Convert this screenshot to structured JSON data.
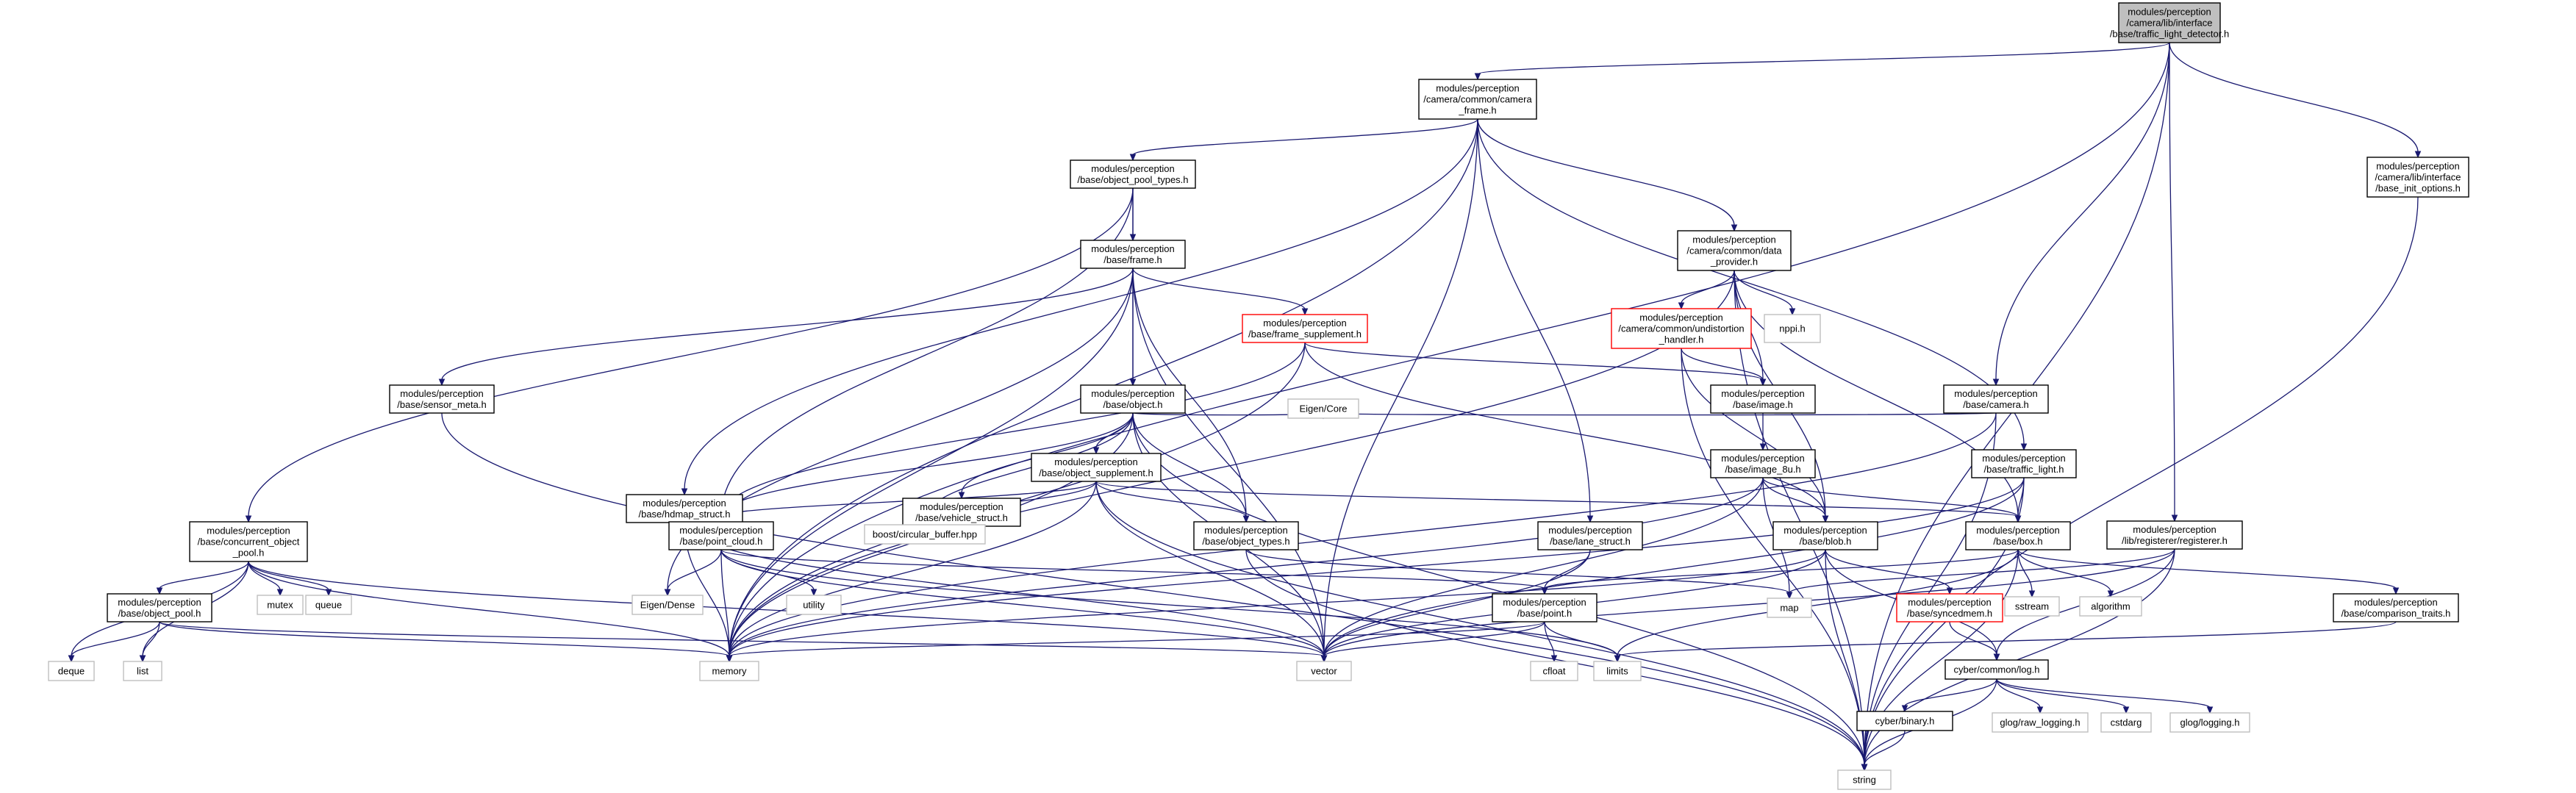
{
  "nodes": [
    {
      "id": "root",
      "lines": [
        "modules/perception",
        "/camera/lib/interface",
        "/base/traffic_light_detector.h"
      ],
      "style": "root"
    },
    {
      "id": "camera_frame",
      "lines": [
        "modules/perception",
        "/camera/common/camera",
        "_frame.h"
      ],
      "style": "normal"
    },
    {
      "id": "base_init_options",
      "lines": [
        "modules/perception",
        "/camera/lib/interface",
        "/base_init_options.h"
      ],
      "style": "normal"
    },
    {
      "id": "object_pool_types",
      "lines": [
        "modules/perception",
        "/base/object_pool_types.h"
      ],
      "style": "normal"
    },
    {
      "id": "data_provider",
      "lines": [
        "modules/perception",
        "/camera/common/data",
        "_provider.h"
      ],
      "style": "normal"
    },
    {
      "id": "frame",
      "lines": [
        "modules/perception",
        "/base/frame.h"
      ],
      "style": "normal"
    },
    {
      "id": "frame_supplement",
      "lines": [
        "modules/perception",
        "/base/frame_supplement.h"
      ],
      "style": "red"
    },
    {
      "id": "undistortion_handler",
      "lines": [
        "modules/perception",
        "/camera/common/undistortion",
        "_handler.h"
      ],
      "style": "red"
    },
    {
      "id": "nppi",
      "lines": [
        "nppi.h"
      ],
      "style": "ext"
    },
    {
      "id": "sensor_meta",
      "lines": [
        "modules/perception",
        "/base/sensor_meta.h"
      ],
      "style": "normal"
    },
    {
      "id": "object",
      "lines": [
        "modules/perception",
        "/base/object.h"
      ],
      "style": "normal"
    },
    {
      "id": "image",
      "lines": [
        "modules/perception",
        "/base/image.h"
      ],
      "style": "normal"
    },
    {
      "id": "camera",
      "lines": [
        "modules/perception",
        "/base/camera.h"
      ],
      "style": "normal"
    },
    {
      "id": "eigen_core",
      "lines": [
        "Eigen/Core"
      ],
      "style": "ext"
    },
    {
      "id": "image_8u",
      "lines": [
        "modules/perception",
        "/base/image_8u.h"
      ],
      "style": "normal"
    },
    {
      "id": "traffic_light",
      "lines": [
        "modules/perception",
        "/base/traffic_light.h"
      ],
      "style": "normal"
    },
    {
      "id": "hdmap_struct",
      "lines": [
        "modules/perception",
        "/base/hdmap_struct.h"
      ],
      "style": "normal"
    },
    {
      "id": "vehicle_struct",
      "lines": [
        "modules/perception",
        "/base/vehicle_struct.h"
      ],
      "style": "normal"
    },
    {
      "id": "object_supplement",
      "lines": [
        "modules/perception",
        "/base/object_supplement.h"
      ],
      "style": "normal"
    },
    {
      "id": "concurrent_object_pool",
      "lines": [
        "modules/perception",
        "/base/concurrent_object",
        "_pool.h"
      ],
      "style": "normal"
    },
    {
      "id": "registerer",
      "lines": [
        "modules/perception",
        "/lib/registerer/registerer.h"
      ],
      "style": "normal"
    },
    {
      "id": "boost_circular",
      "lines": [
        "boost/circular_buffer.hpp"
      ],
      "style": "ext"
    },
    {
      "id": "point_cloud",
      "lines": [
        "modules/perception",
        "/base/point_cloud.h"
      ],
      "style": "normal"
    },
    {
      "id": "object_types",
      "lines": [
        "modules/perception",
        "/base/object_types.h"
      ],
      "style": "normal"
    },
    {
      "id": "lane_struct",
      "lines": [
        "modules/perception",
        "/base/lane_struct.h"
      ],
      "style": "normal"
    },
    {
      "id": "blob",
      "lines": [
        "modules/perception",
        "/base/blob.h"
      ],
      "style": "normal"
    },
    {
      "id": "box",
      "lines": [
        "modules/perception",
        "/base/box.h"
      ],
      "style": "normal"
    },
    {
      "id": "mutex",
      "lines": [
        "mutex"
      ],
      "style": "ext"
    },
    {
      "id": "queue",
      "lines": [
        "queue"
      ],
      "style": "ext"
    },
    {
      "id": "utility",
      "lines": [
        "utility"
      ],
      "style": "ext"
    },
    {
      "id": "object_pool",
      "lines": [
        "modules/perception",
        "/base/object_pool.h"
      ],
      "style": "normal"
    },
    {
      "id": "eigen_dense",
      "lines": [
        "Eigen/Dense"
      ],
      "style": "ext"
    },
    {
      "id": "point",
      "lines": [
        "modules/perception",
        "/base/point.h"
      ],
      "style": "normal"
    },
    {
      "id": "syncedmem",
      "lines": [
        "modules/perception",
        "/base/syncedmem.h"
      ],
      "style": "red"
    },
    {
      "id": "map",
      "lines": [
        "map"
      ],
      "style": "ext"
    },
    {
      "id": "sstream",
      "lines": [
        "sstream"
      ],
      "style": "ext"
    },
    {
      "id": "algorithm",
      "lines": [
        "algorithm"
      ],
      "style": "ext"
    },
    {
      "id": "comparison_traits",
      "lines": [
        "modules/perception",
        "/base/comparison_traits.h"
      ],
      "style": "normal"
    },
    {
      "id": "deque",
      "lines": [
        "deque"
      ],
      "style": "ext"
    },
    {
      "id": "list",
      "lines": [
        "list"
      ],
      "style": "ext"
    },
    {
      "id": "memory",
      "lines": [
        "memory"
      ],
      "style": "ext"
    },
    {
      "id": "vector",
      "lines": [
        "vector"
      ],
      "style": "ext"
    },
    {
      "id": "cfloat",
      "lines": [
        "cfloat"
      ],
      "style": "ext"
    },
    {
      "id": "limits",
      "lines": [
        "limits"
      ],
      "style": "ext"
    },
    {
      "id": "log",
      "lines": [
        "cyber/common/log.h"
      ],
      "style": "normal"
    },
    {
      "id": "binary",
      "lines": [
        "cyber/binary.h"
      ],
      "style": "normal"
    },
    {
      "id": "glog_raw",
      "lines": [
        "glog/raw_logging.h"
      ],
      "style": "ext"
    },
    {
      "id": "cstdarg",
      "lines": [
        "cstdarg"
      ],
      "style": "ext"
    },
    {
      "id": "glog_logging",
      "lines": [
        "glog/logging.h"
      ],
      "style": "ext"
    },
    {
      "id": "string",
      "lines": [
        "string"
      ],
      "style": "ext"
    }
  ],
  "edges": [
    [
      "root",
      "camera_frame"
    ],
    [
      "root",
      "base_init_options"
    ],
    [
      "root",
      "camera"
    ],
    [
      "root",
      "registerer"
    ],
    [
      "root",
      "memory"
    ],
    [
      "root",
      "string"
    ],
    [
      "camera_frame",
      "object_pool_types"
    ],
    [
      "camera_frame",
      "data_provider"
    ],
    [
      "camera_frame",
      "hdmap_struct"
    ],
    [
      "camera_frame",
      "lane_struct"
    ],
    [
      "camera_frame",
      "traffic_light"
    ],
    [
      "camera_frame",
      "memory"
    ],
    [
      "camera_frame",
      "vector"
    ],
    [
      "base_init_options",
      "string"
    ],
    [
      "object_pool_types",
      "frame"
    ],
    [
      "object_pool_types",
      "object"
    ],
    [
      "object_pool_types",
      "concurrent_object_pool"
    ],
    [
      "object_pool_types",
      "point_cloud"
    ],
    [
      "data_provider",
      "undistortion_handler"
    ],
    [
      "data_provider",
      "nppi"
    ],
    [
      "data_provider",
      "image"
    ],
    [
      "data_provider",
      "blob"
    ],
    [
      "data_provider",
      "box"
    ],
    [
      "data_provider",
      "memory"
    ],
    [
      "data_provider",
      "string"
    ],
    [
      "frame",
      "frame_supplement"
    ],
    [
      "frame",
      "sensor_meta"
    ],
    [
      "frame",
      "object"
    ],
    [
      "frame",
      "object_types"
    ],
    [
      "frame",
      "eigen_dense"
    ],
    [
      "frame",
      "memory"
    ],
    [
      "frame",
      "vector"
    ],
    [
      "frame_supplement",
      "image"
    ],
    [
      "frame_supplement",
      "blob"
    ],
    [
      "frame_supplement",
      "point_cloud"
    ],
    [
      "frame_supplement",
      "memory"
    ],
    [
      "undistortion_handler",
      "image"
    ],
    [
      "undistortion_handler",
      "blob"
    ],
    [
      "undistortion_handler",
      "string"
    ],
    [
      "sensor_meta",
      "string"
    ],
    [
      "object",
      "eigen_core"
    ],
    [
      "object",
      "vehicle_struct"
    ],
    [
      "object",
      "object_supplement"
    ],
    [
      "object",
      "boost_circular"
    ],
    [
      "object",
      "point_cloud"
    ],
    [
      "object",
      "object_types"
    ],
    [
      "object",
      "memory"
    ],
    [
      "object",
      "vector"
    ],
    [
      "object",
      "string"
    ],
    [
      "image",
      "image_8u"
    ],
    [
      "camera",
      "eigen_core"
    ],
    [
      "camera",
      "memory"
    ],
    [
      "camera",
      "string"
    ],
    [
      "image_8u",
      "blob"
    ],
    [
      "image_8u",
      "box"
    ],
    [
      "image_8u",
      "map"
    ],
    [
      "image_8u",
      "memory"
    ],
    [
      "image_8u",
      "vector"
    ],
    [
      "traffic_light",
      "box"
    ],
    [
      "traffic_light",
      "vector"
    ],
    [
      "traffic_light",
      "memory"
    ],
    [
      "traffic_light",
      "string"
    ],
    [
      "hdmap_struct",
      "point_cloud"
    ],
    [
      "hdmap_struct",
      "memory"
    ],
    [
      "hdmap_struct",
      "vector"
    ],
    [
      "object_supplement",
      "box"
    ],
    [
      "object_supplement",
      "point_cloud"
    ],
    [
      "object_supplement",
      "object_types"
    ],
    [
      "object_supplement",
      "boost_circular"
    ],
    [
      "object_supplement",
      "memory"
    ],
    [
      "object_supplement",
      "vector"
    ],
    [
      "object_supplement",
      "string"
    ],
    [
      "concurrent_object_pool",
      "object_pool"
    ],
    [
      "concurrent_object_pool",
      "mutex"
    ],
    [
      "concurrent_object_pool",
      "queue"
    ],
    [
      "concurrent_object_pool",
      "deque"
    ],
    [
      "concurrent_object_pool",
      "list"
    ],
    [
      "concurrent_object_pool",
      "memory"
    ],
    [
      "concurrent_object_pool",
      "vector"
    ],
    [
      "registerer",
      "log"
    ],
    [
      "registerer",
      "map"
    ],
    [
      "registerer",
      "string"
    ],
    [
      "registerer",
      "vector"
    ],
    [
      "point_cloud",
      "point"
    ],
    [
      "point_cloud",
      "eigen_dense"
    ],
    [
      "point_cloud",
      "utility"
    ],
    [
      "point_cloud",
      "memory"
    ],
    [
      "point_cloud",
      "vector"
    ],
    [
      "point_cloud",
      "limits"
    ],
    [
      "object_types",
      "map"
    ],
    [
      "object_types",
      "string"
    ],
    [
      "lane_struct",
      "point"
    ],
    [
      "lane_struct",
      "vector"
    ],
    [
      "blob",
      "syncedmem"
    ],
    [
      "blob",
      "log"
    ],
    [
      "blob",
      "memory"
    ],
    [
      "blob",
      "vector"
    ],
    [
      "blob",
      "string"
    ],
    [
      "box",
      "point"
    ],
    [
      "box",
      "sstream"
    ],
    [
      "box",
      "algorithm"
    ],
    [
      "box",
      "comparison_traits"
    ],
    [
      "box",
      "limits"
    ],
    [
      "box",
      "string"
    ],
    [
      "object_pool",
      "deque"
    ],
    [
      "object_pool",
      "list"
    ],
    [
      "object_pool",
      "memory"
    ],
    [
      "object_pool",
      "vector"
    ],
    [
      "point",
      "cfloat"
    ],
    [
      "point",
      "limits"
    ],
    [
      "point",
      "memory"
    ],
    [
      "point",
      "vector"
    ],
    [
      "syncedmem",
      "log"
    ],
    [
      "comparison_traits",
      "limits"
    ],
    [
      "log",
      "binary"
    ],
    [
      "log",
      "glog_raw"
    ],
    [
      "log",
      "cstdarg"
    ],
    [
      "log",
      "glog_logging"
    ],
    [
      "log",
      "string"
    ],
    [
      "binary",
      "string"
    ]
  ]
}
